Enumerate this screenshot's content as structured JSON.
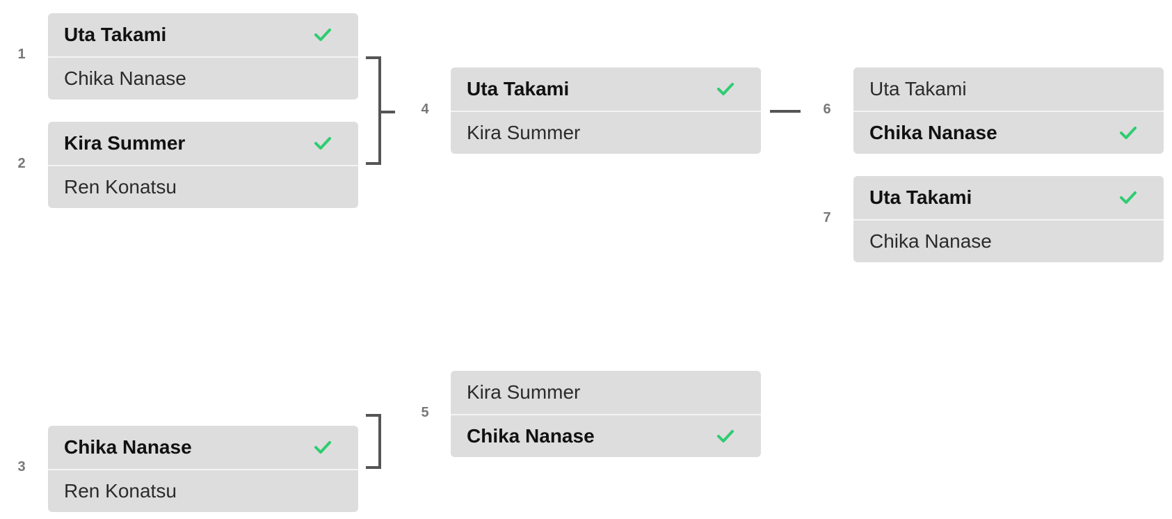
{
  "matches": {
    "m1": {
      "number": "1",
      "slots": [
        {
          "name": "Uta Takami",
          "winner": true
        },
        {
          "name": "Chika Nanase",
          "winner": false
        }
      ]
    },
    "m2": {
      "number": "2",
      "slots": [
        {
          "name": "Kira Summer",
          "winner": true
        },
        {
          "name": "Ren Konatsu",
          "winner": false
        }
      ]
    },
    "m3": {
      "number": "3",
      "slots": [
        {
          "name": "Chika Nanase",
          "winner": true
        },
        {
          "name": "Ren Konatsu",
          "winner": false
        }
      ]
    },
    "m4": {
      "number": "4",
      "slots": [
        {
          "name": "Uta Takami",
          "winner": true
        },
        {
          "name": "Kira Summer",
          "winner": false
        }
      ]
    },
    "m5": {
      "number": "5",
      "slots": [
        {
          "name": "Kira Summer",
          "winner": false
        },
        {
          "name": "Chika Nanase",
          "winner": true
        }
      ]
    },
    "m6": {
      "number": "6",
      "slots": [
        {
          "name": "Uta Takami",
          "winner": false
        },
        {
          "name": "Chika Nanase",
          "winner": true
        }
      ]
    },
    "m7": {
      "number": "7",
      "slots": [
        {
          "name": "Uta Takami",
          "winner": true
        },
        {
          "name": "Chika Nanase",
          "winner": false
        }
      ]
    }
  },
  "icons": {
    "winner": "check-icon"
  },
  "colors": {
    "card_background": "#dddddd",
    "check": "#2ecc71",
    "connector": "#555555",
    "match_number": "#777777"
  }
}
